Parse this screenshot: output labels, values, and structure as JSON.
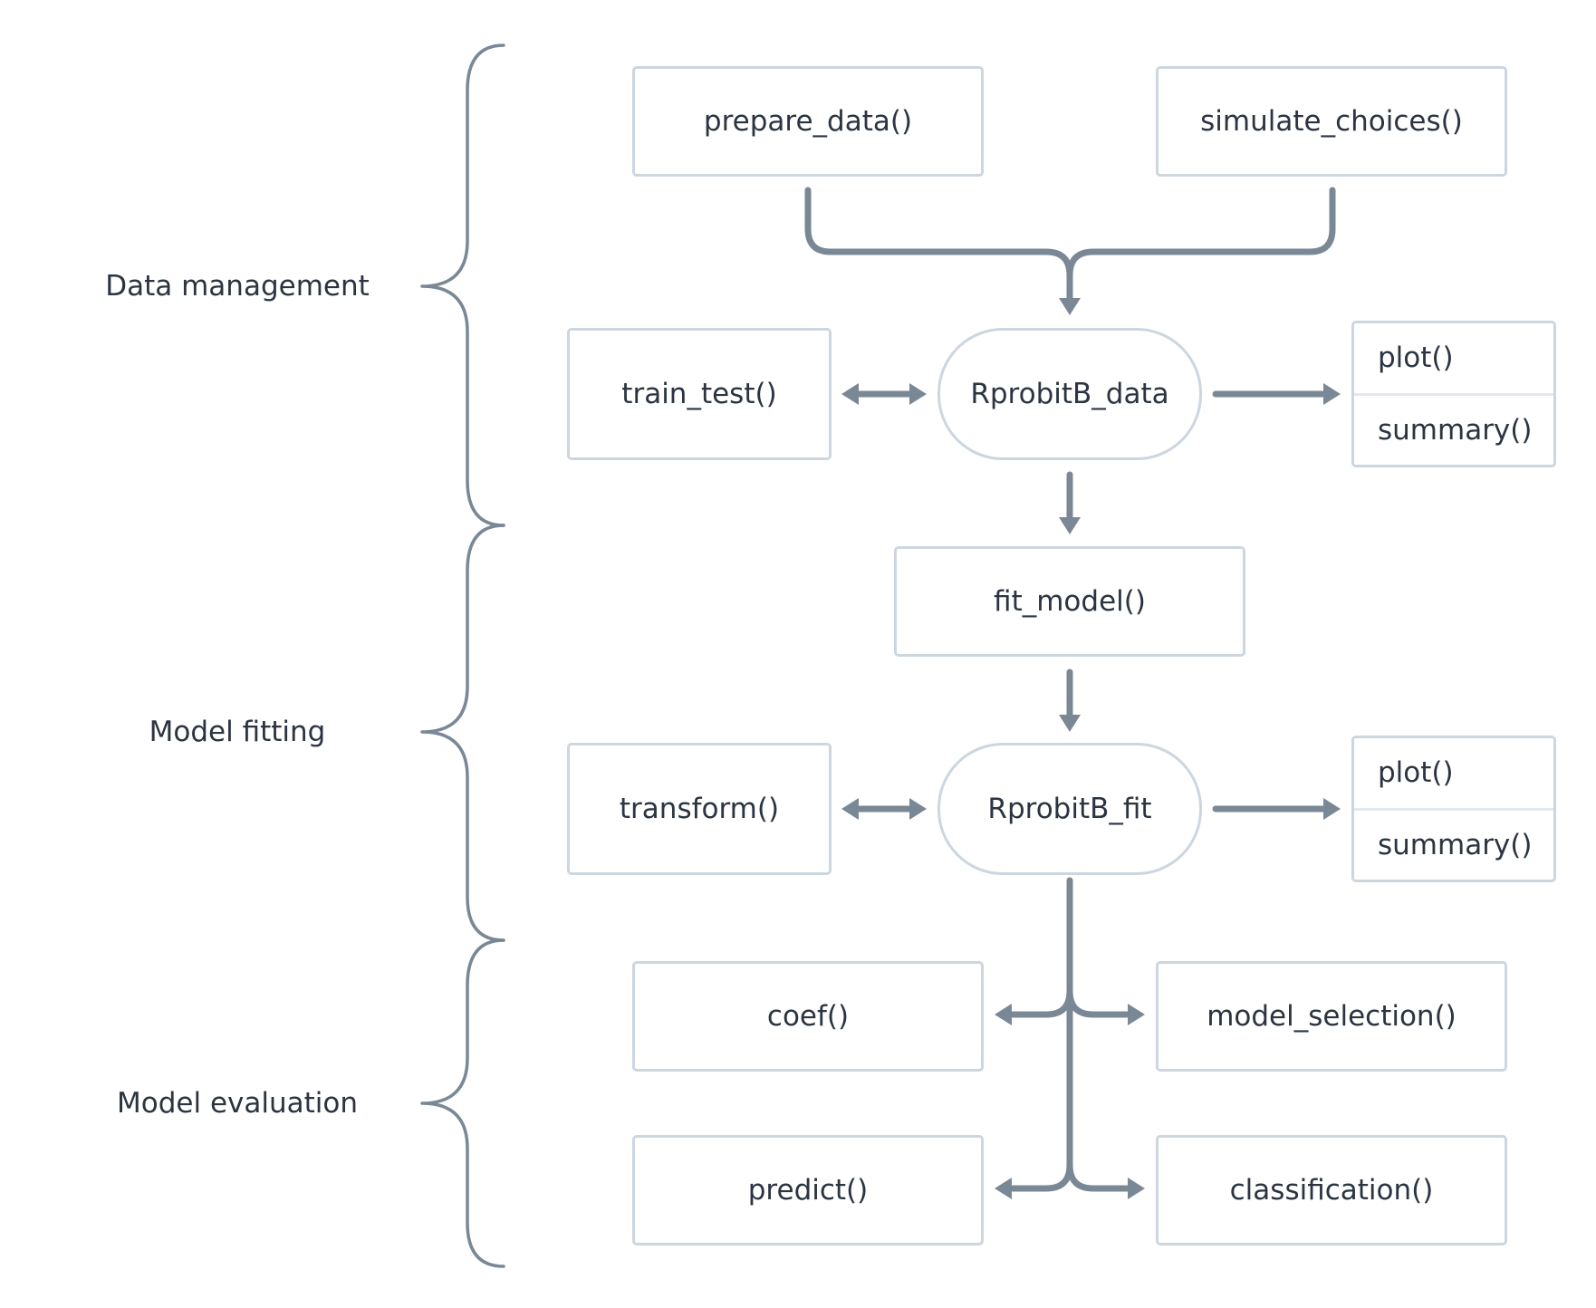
{
  "sections": {
    "data_management": "Data management",
    "model_fitting": "Model fitting",
    "model_evaluation": "Model evaluation"
  },
  "nodes": {
    "prepare_data": "prepare_data()",
    "simulate_choices": "simulate_choices()",
    "train_test": "train_test()",
    "rprobitb_data": "RprobitB_data",
    "data_methods": {
      "plot": "plot()",
      "summary": "summary()"
    },
    "fit_model": "fit_model()",
    "transform": "transform()",
    "rprobitb_fit": "RprobitB_fit",
    "fit_methods": {
      "plot": "plot()",
      "summary": "summary()"
    },
    "coef": "coef()",
    "model_selection": "model_selection()",
    "predict": "predict()",
    "classification": "classification()"
  },
  "colors": {
    "connector": "#7a8896",
    "box_border": "#cdd6df",
    "text": "#2b3440"
  }
}
